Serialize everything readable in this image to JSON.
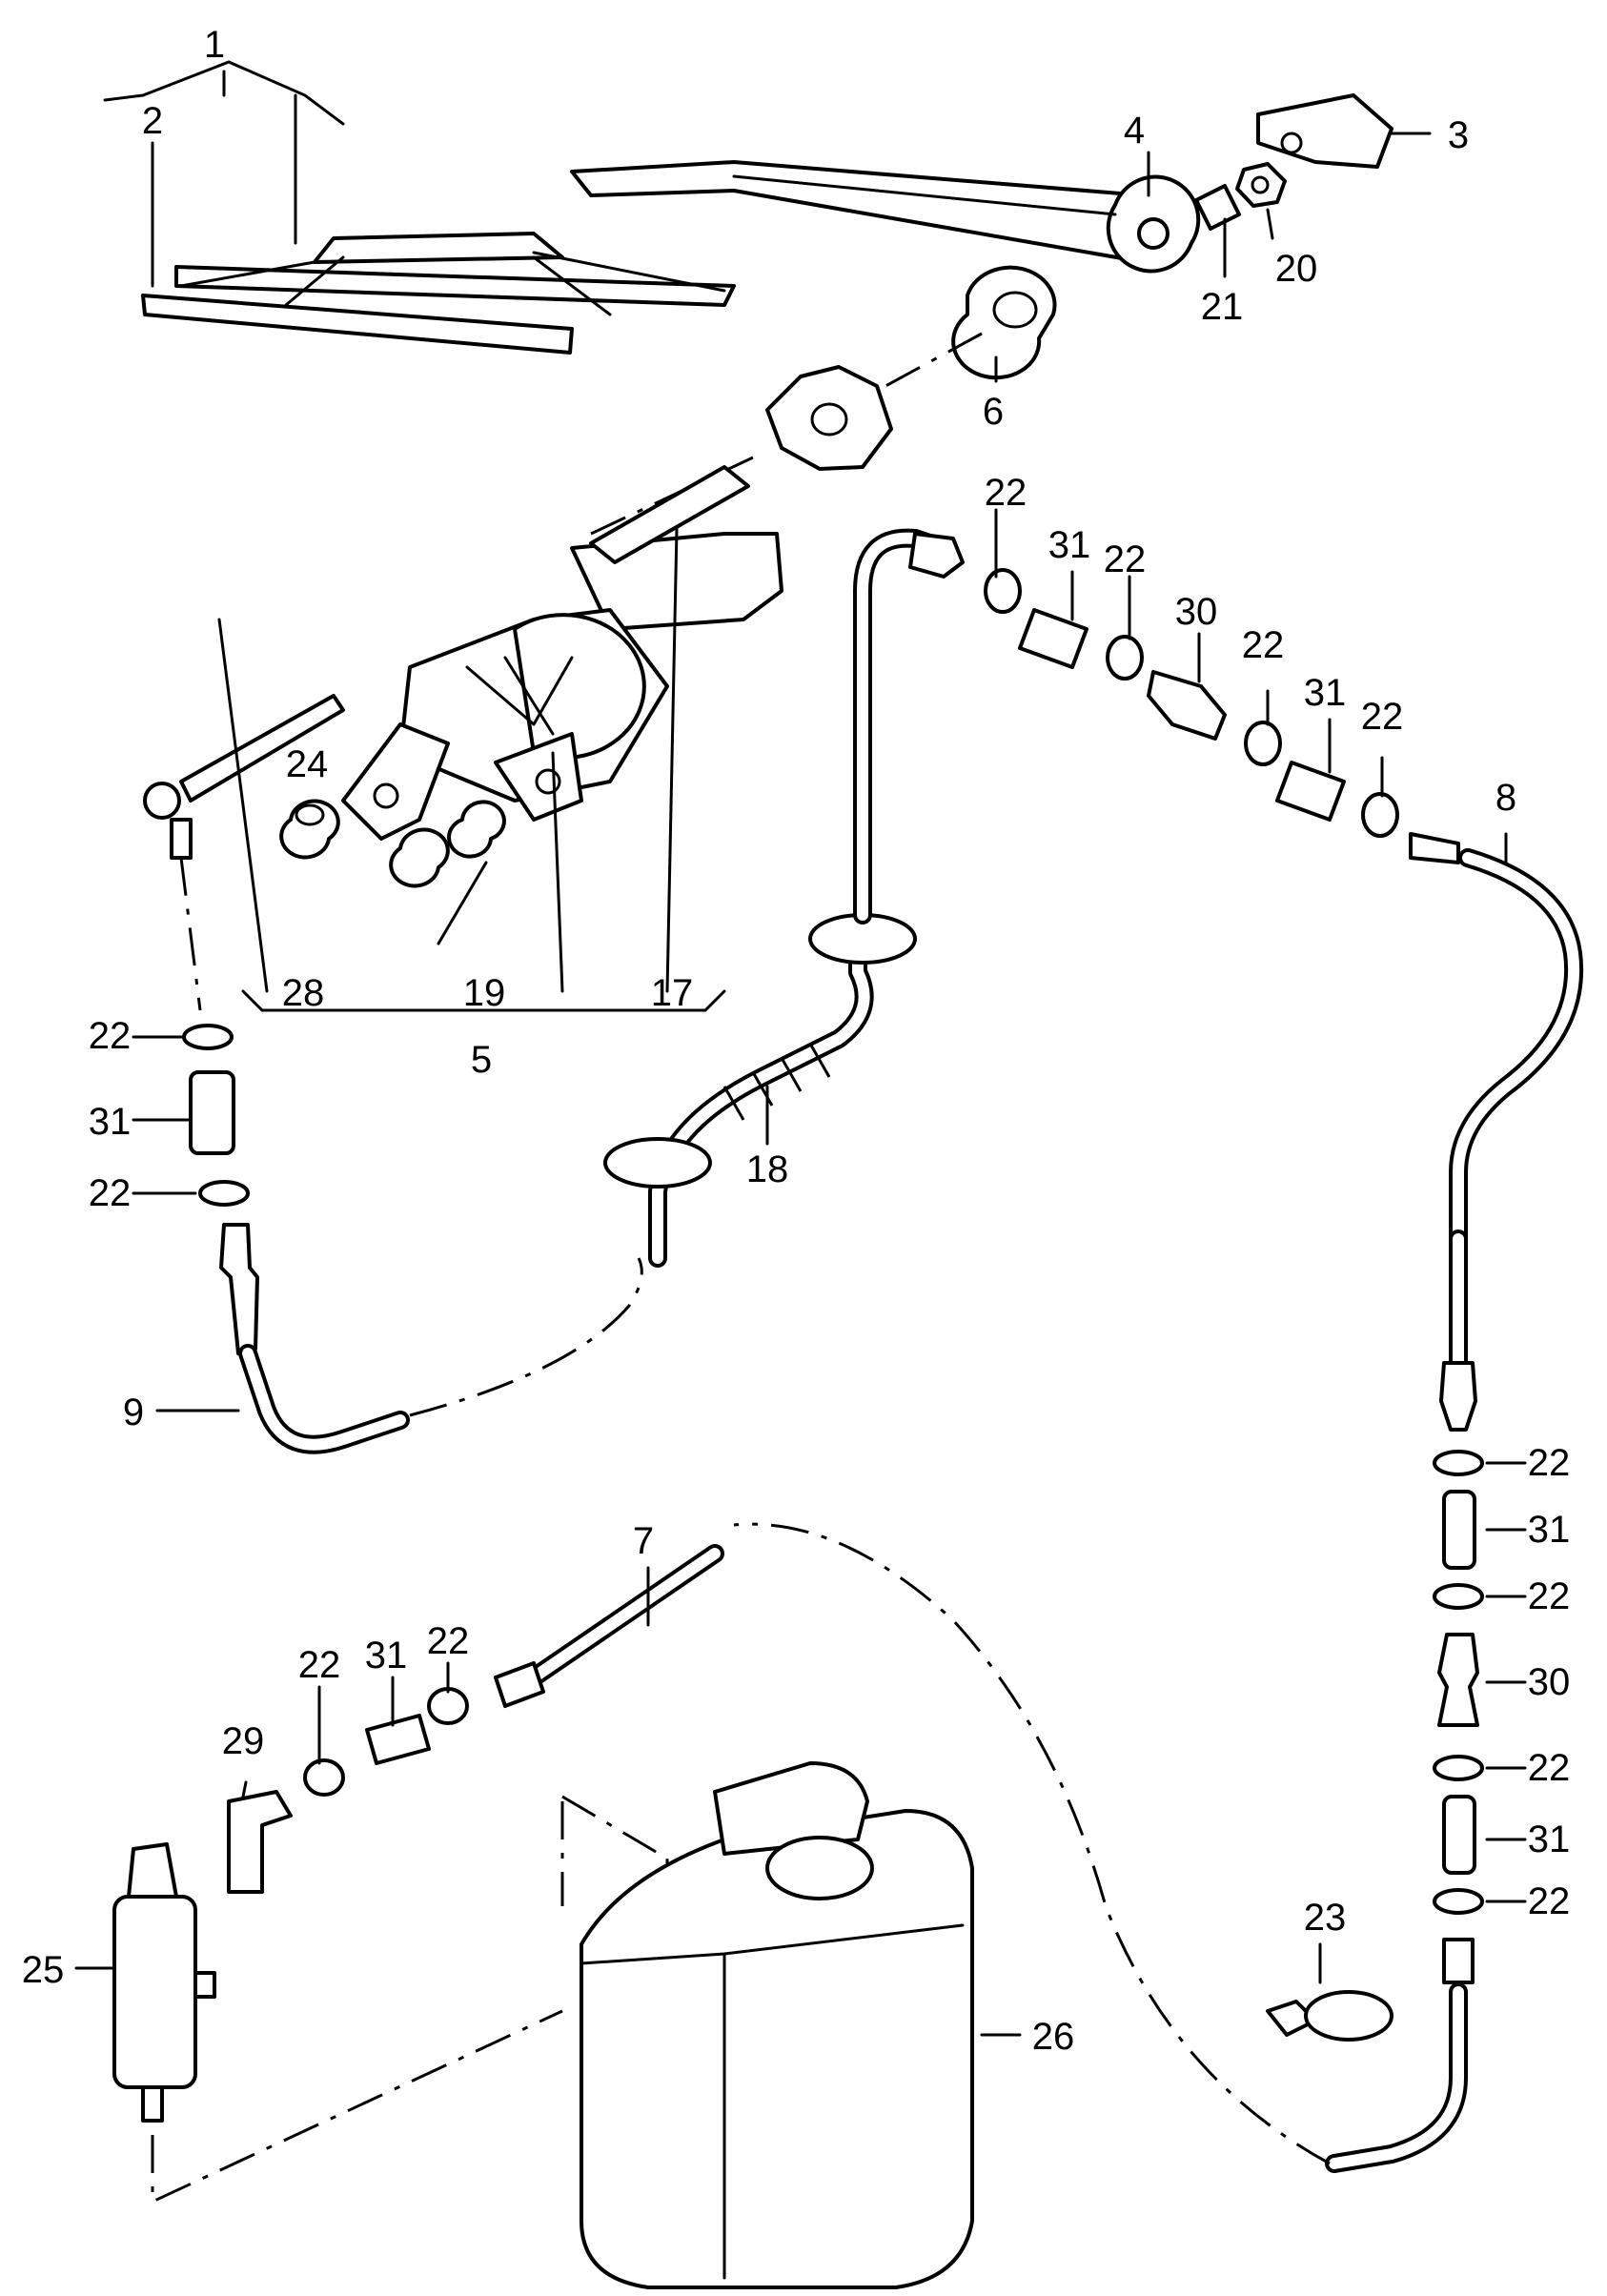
{
  "labels": {
    "p1": "1",
    "p2": "2",
    "p3": "3",
    "p4": "4",
    "p5": "5",
    "p6": "6",
    "p7": "7",
    "p8": "8",
    "p9": "9",
    "p17": "17",
    "p18": "18",
    "p19": "19",
    "p20": "20",
    "p21": "21",
    "p22": "22",
    "p23": "23",
    "p24": "24",
    "p25": "25",
    "p26": "26",
    "p28": "28",
    "p29": "29",
    "p30": "30",
    "p31": "31"
  }
}
